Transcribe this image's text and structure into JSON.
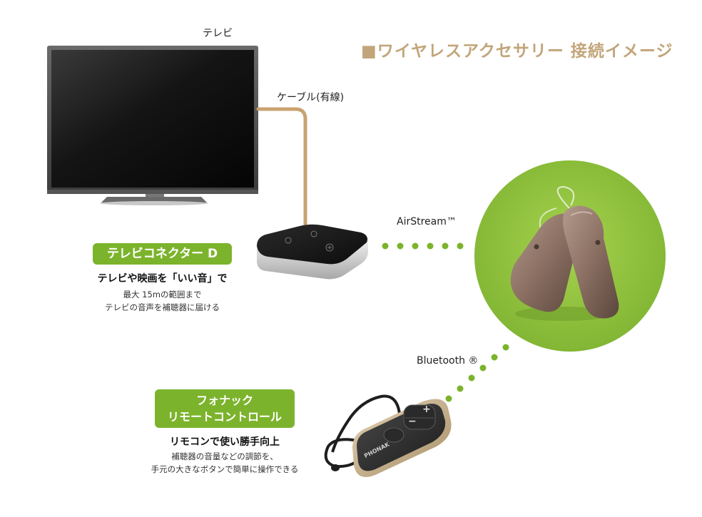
{
  "title": "■ワイヤレスアクセサリー 接続イメージ",
  "labels": {
    "tv": "テレビ",
    "cable": "ケーブル(有線)",
    "airstream": "AirStream™",
    "bluetooth": "Bluetooth ®"
  },
  "tv_connector": {
    "badge": "テレビコネクター D",
    "heading": "テレビや映画を「いい音」で",
    "desc_line1": "最大 15mの範囲まで",
    "desc_line2": "テレビの音声を補聴器に届ける"
  },
  "remote": {
    "badge_line1": "フォナック",
    "badge_line2": "リモートコントロール",
    "heading": "リモコンで使い勝手向上",
    "desc_line1": "補聴器の音量などの調節を、",
    "desc_line2": "手元の大きなボタンで簡単に操作できる",
    "brand": "PHONAK",
    "plus": "+",
    "minus": "−"
  },
  "colors": {
    "accent_gold": "#c2a57a",
    "badge_green": "#7cb32c",
    "circle_green": "#8cbf3a",
    "dots_green": "#7cb32c",
    "cable_gold": "#c8a270"
  },
  "icons": [
    "tv-icon",
    "tv-connector-device-icon",
    "hearing-aids-icon",
    "remote-control-icon"
  ]
}
